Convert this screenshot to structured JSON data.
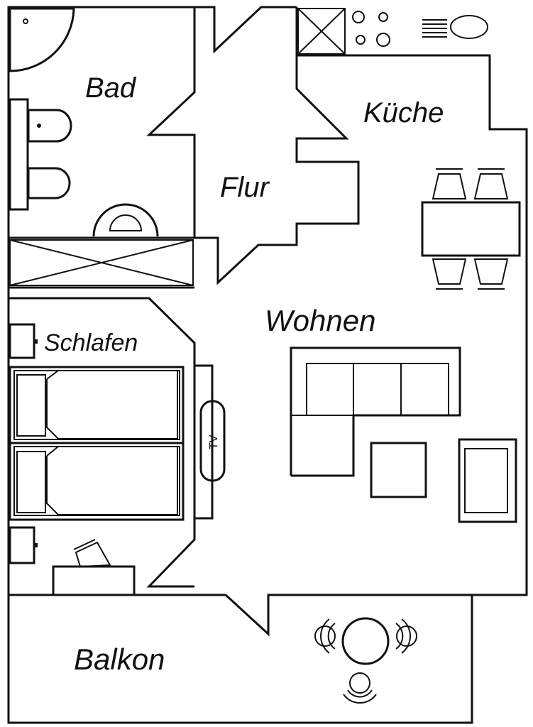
{
  "floor_plan": {
    "rooms": {
      "bath": "Bad",
      "hall": "Flur",
      "kitchen": "Küche",
      "living": "Wohnen",
      "bedroom": "Schlafen",
      "balcony": "Balkon"
    },
    "furniture": {
      "tv_label": "TV"
    }
  },
  "colors": {
    "line": "#111111",
    "background": "#ffffff"
  }
}
